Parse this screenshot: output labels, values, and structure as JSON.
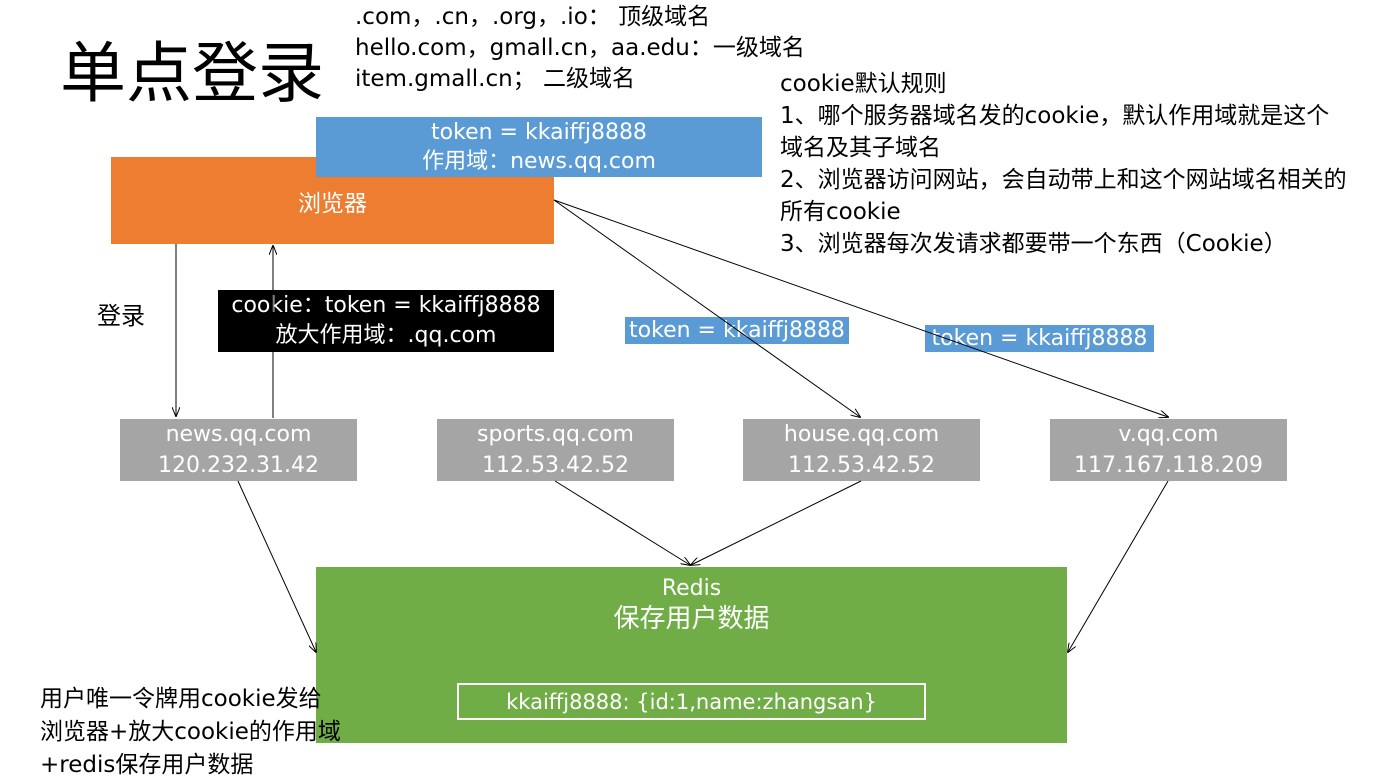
{
  "title": "单点登录",
  "domain_notes": [
    ".com，.cn，.org，.io： 顶级域名",
    "hello.com，gmall.cn，aa.edu：一级域名",
    "item.gmall.cn； 二级域名"
  ],
  "cookie_rules": {
    "heading": "cookie默认规则",
    "items": [
      "1、哪个服务器域名发的cookie，默认作用域就是这个域名及其子域名",
      "2、浏览器访问网站，会自动带上和这个网站域名相关的所有cookie",
      "3、浏览器每次发请求都要带一个东西（Cookie）"
    ]
  },
  "browser": {
    "label": "浏览器"
  },
  "token_top": {
    "line1": "token = kkaiffj8888",
    "line2": "作用域：news.qq.com"
  },
  "cookie_box": {
    "line1": "cookie：token = kkaiffj8888",
    "line2": "放大作用域：.qq.com"
  },
  "login_label": "登录",
  "token_tags": [
    "token = kkaiffj8888",
    "token = kkaiffj8888"
  ],
  "servers": [
    {
      "host": "news.qq.com",
      "ip": "120.232.31.42"
    },
    {
      "host": "sports.qq.com",
      "ip": "112.53.42.52"
    },
    {
      "host": "house.qq.com",
      "ip": "112.53.42.52"
    },
    {
      "host": "v.qq.com",
      "ip": "117.167.118.209"
    }
  ],
  "redis": {
    "name": "Redis",
    "desc": "保存用户数据",
    "entry": "kkaiffj8888: {id:1,name:zhangsan}"
  },
  "summary": [
    "用户唯一令牌用cookie发给",
    "浏览器+放大cookie的作用域",
    "+redis保存用户数据"
  ],
  "colors": {
    "browser": "#ed7d31",
    "token": "#5b9bd5",
    "server": "#a5a5a5",
    "redis": "#70ad47",
    "cookie_box": "#000000"
  }
}
